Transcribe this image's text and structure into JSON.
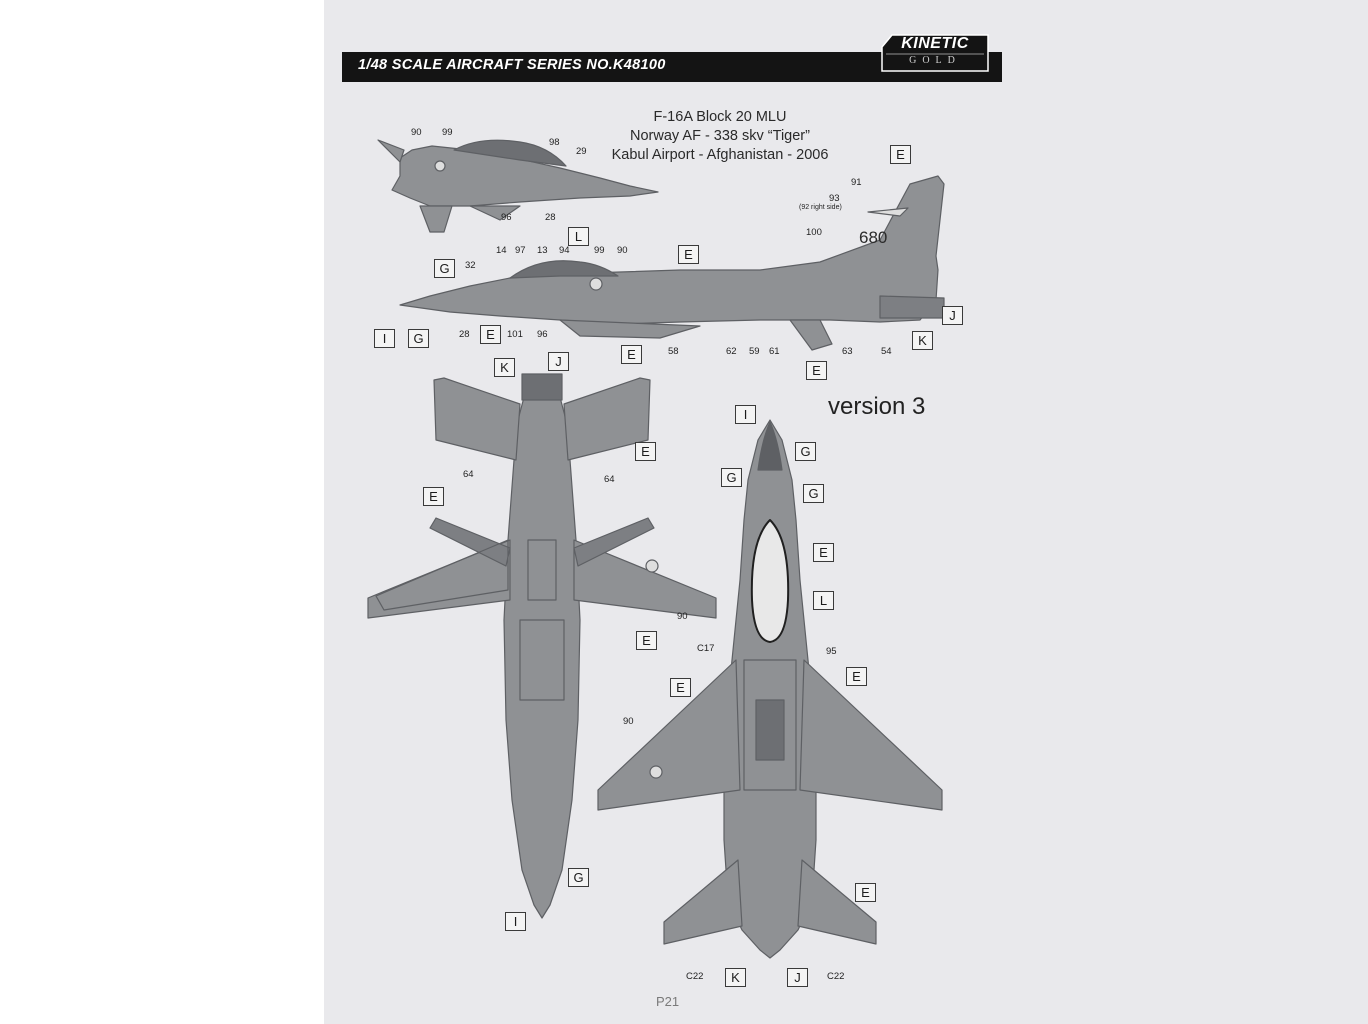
{
  "header": {
    "series_title": "1/48 SCALE  AIRCRAFT  SERIES NO.K48100",
    "logo_brand": "KINETIC",
    "logo_sub": "GOLD"
  },
  "caption": {
    "line1": "F-16A Block 20 MLU",
    "line2": "Norway AF - 338 skv “Tiger”",
    "line3": "Kabul Airport - Afghanistan - 2006"
  },
  "version_label": "version 3",
  "page_number": "P21",
  "tail_code": "680",
  "side_note": "(92 right side)",
  "colors": {
    "paper": "#e9e9ec",
    "aircraft_grey": "#8f9194",
    "panel_lines": "#5e6064",
    "header_bar": "#141414"
  },
  "boxes": [
    {
      "label": "E"
    },
    {
      "label": "L"
    },
    {
      "label": "E"
    },
    {
      "label": "G"
    },
    {
      "label": "I"
    },
    {
      "label": "G"
    },
    {
      "label": "E"
    },
    {
      "label": "E"
    },
    {
      "label": "J"
    },
    {
      "label": "K"
    },
    {
      "label": "K"
    },
    {
      "label": "J"
    },
    {
      "label": "E"
    },
    {
      "label": "E"
    },
    {
      "label": "E"
    },
    {
      "label": "E"
    },
    {
      "label": "G"
    },
    {
      "label": "I"
    },
    {
      "label": "I"
    },
    {
      "label": "G"
    },
    {
      "label": "G"
    },
    {
      "label": "G"
    },
    {
      "label": "E"
    },
    {
      "label": "L"
    },
    {
      "label": "E"
    },
    {
      "label": "E"
    },
    {
      "label": "E"
    },
    {
      "label": "K"
    },
    {
      "label": "J"
    }
  ],
  "numbers": [
    {
      "label": "90"
    },
    {
      "label": "99"
    },
    {
      "label": "98"
    },
    {
      "label": "29"
    },
    {
      "label": "96"
    },
    {
      "label": "28"
    },
    {
      "label": "91"
    },
    {
      "label": "93"
    },
    {
      "label": "100"
    },
    {
      "label": "14"
    },
    {
      "label": "97"
    },
    {
      "label": "13"
    },
    {
      "label": "94"
    },
    {
      "label": "99"
    },
    {
      "label": "90"
    },
    {
      "label": "32"
    },
    {
      "label": "28"
    },
    {
      "label": "101"
    },
    {
      "label": "96"
    },
    {
      "label": "58"
    },
    {
      "label": "62"
    },
    {
      "label": "59"
    },
    {
      "label": "61"
    },
    {
      "label": "63"
    },
    {
      "label": "54"
    },
    {
      "label": "64"
    },
    {
      "label": "64"
    },
    {
      "label": "90"
    },
    {
      "label": "C17"
    },
    {
      "label": "95"
    },
    {
      "label": "90"
    },
    {
      "label": "C22"
    },
    {
      "label": "C22"
    }
  ]
}
